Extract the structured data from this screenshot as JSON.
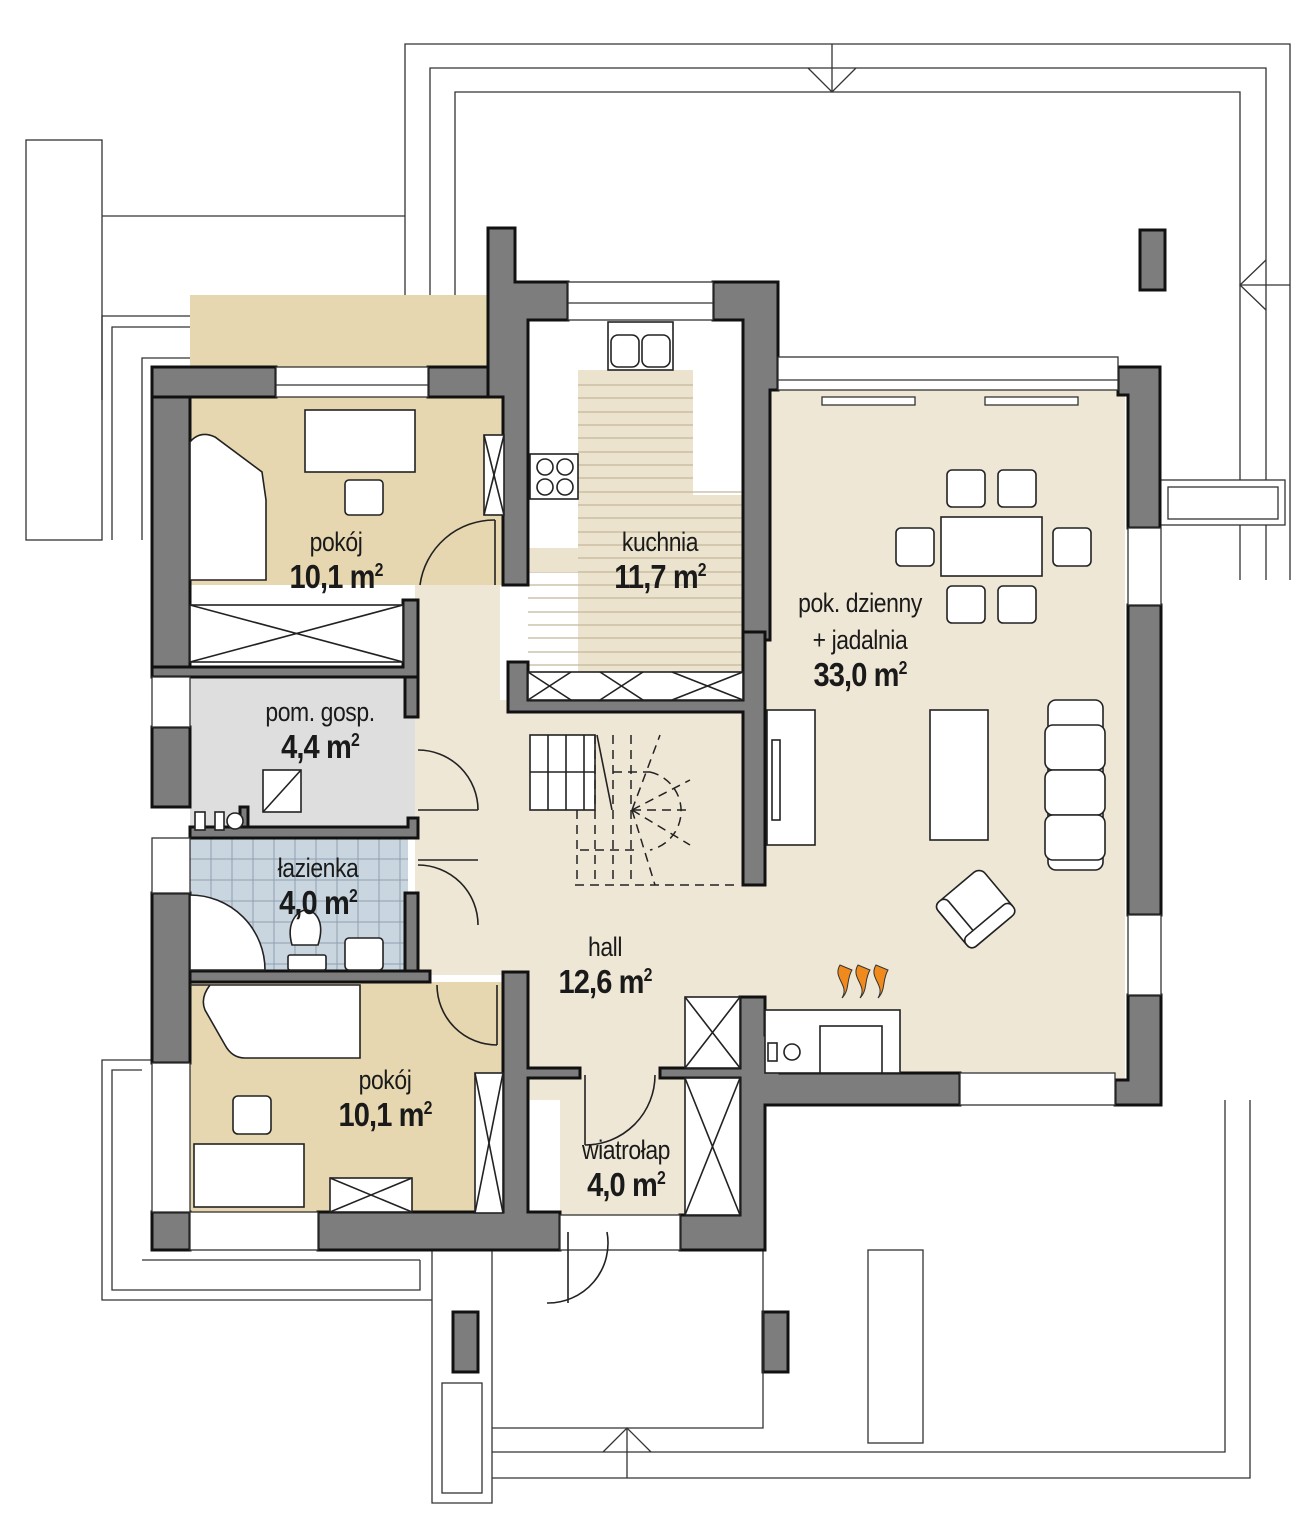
{
  "plan": {
    "type": "floor plan - ground floor",
    "units": "m2",
    "colors": {
      "wall": "#7d7d7d",
      "bedroom_floor": "#e6d7b0",
      "living_floor": "#efe7d6",
      "utility_floor": "#dededf",
      "bathroom_floor": "#c9d6e0",
      "kitchen_floor": "#ece3ce",
      "fireplace_flame": "#f08a1c"
    },
    "rooms": [
      {
        "id": "pokoj_1",
        "name": "pokój",
        "area": "10,1",
        "unit": "m",
        "exp": "2"
      },
      {
        "id": "kuchnia",
        "name": "kuchnia",
        "area": "11,7",
        "unit": "m",
        "exp": "2"
      },
      {
        "id": "dzienny",
        "name": "pok. dzienny",
        "name2": "+ jadalnia",
        "area": "33,0",
        "unit": "m",
        "exp": "2"
      },
      {
        "id": "gosp",
        "name": "pom. gosp.",
        "area": "4,4",
        "unit": "m",
        "exp": "2"
      },
      {
        "id": "lazienka",
        "name": "łazienka",
        "area": "4,0",
        "unit": "m",
        "exp": "2"
      },
      {
        "id": "hall",
        "name": "hall",
        "area": "12,6",
        "unit": "m",
        "exp": "2"
      },
      {
        "id": "pokoj_2",
        "name": "pokój",
        "area": "10,1",
        "unit": "m",
        "exp": "2"
      },
      {
        "id": "wiatrolap",
        "name": "wiatrołap",
        "area": "4,0",
        "unit": "m",
        "exp": "2"
      }
    ]
  }
}
